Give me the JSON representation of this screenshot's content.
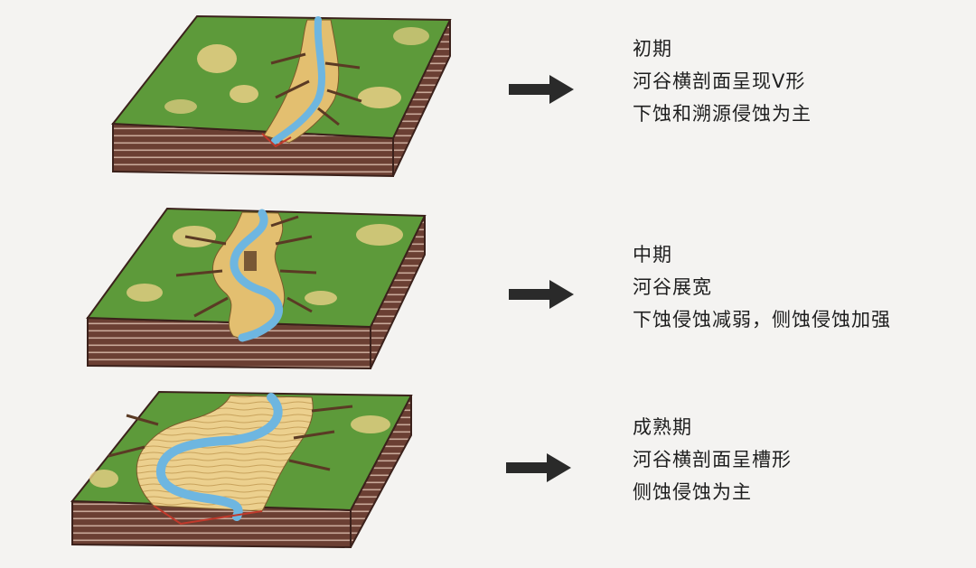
{
  "stages": [
    {
      "name": "初期",
      "lines": [
        "河谷横剖面呈现V形",
        "下蚀和溯源侵蚀为主"
      ]
    },
    {
      "name": "中期",
      "lines": [
        "河谷展宽",
        "下蚀侵蚀减弱，侧蚀侵蚀加强"
      ]
    },
    {
      "name": "成熟期",
      "lines": [
        "河谷横剖面呈槽形",
        "侧蚀侵蚀为主"
      ]
    }
  ],
  "colors": {
    "grass": "#5d9a3a",
    "sand": "#e9cf86",
    "river": "#6eb6e0",
    "soil": "#6b3f33",
    "arrow": "#2a2a2a"
  }
}
